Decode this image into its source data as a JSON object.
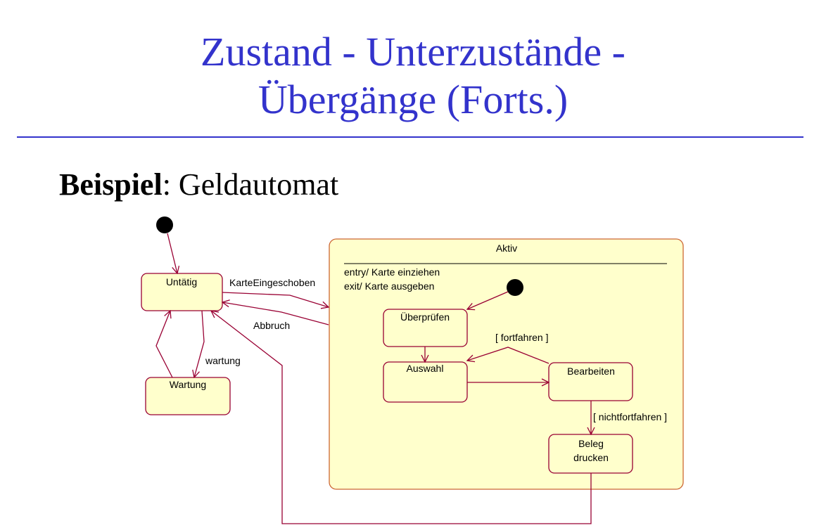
{
  "slide": {
    "title_line1": "Zustand - Unterzustände -",
    "title_line2": "Übergänge (Forts.)",
    "subtitle_bold": "Beispiel",
    "subtitle_rest": ": Geldautomat"
  },
  "colors": {
    "title": "#3333cc",
    "state_fill": "#ffffcc",
    "state_stroke": "#990033",
    "composite_stroke": "#cc6633"
  },
  "diagram": {
    "composite_state": {
      "name": "Aktiv",
      "entry_action": "entry/ Karte einziehen",
      "exit_action": "exit/ Karte ausgeben"
    },
    "states": {
      "untaetig": "Untätig",
      "wartung": "Wartung",
      "ueberpruefen": "Überprüfen",
      "auswahl": "Auswahl",
      "bearbeiten": "Bearbeiten",
      "beleg_line1": "Beleg",
      "beleg_line2": "drucken"
    },
    "transitions": {
      "karte_eingeschoben": "KarteEingeschoben",
      "abbruch": "Abbruch",
      "wartung": "wartung",
      "fortfahren": "[ fortfahren ]",
      "nicht_fortfahren": "[ nichtfortfahren ]"
    }
  }
}
